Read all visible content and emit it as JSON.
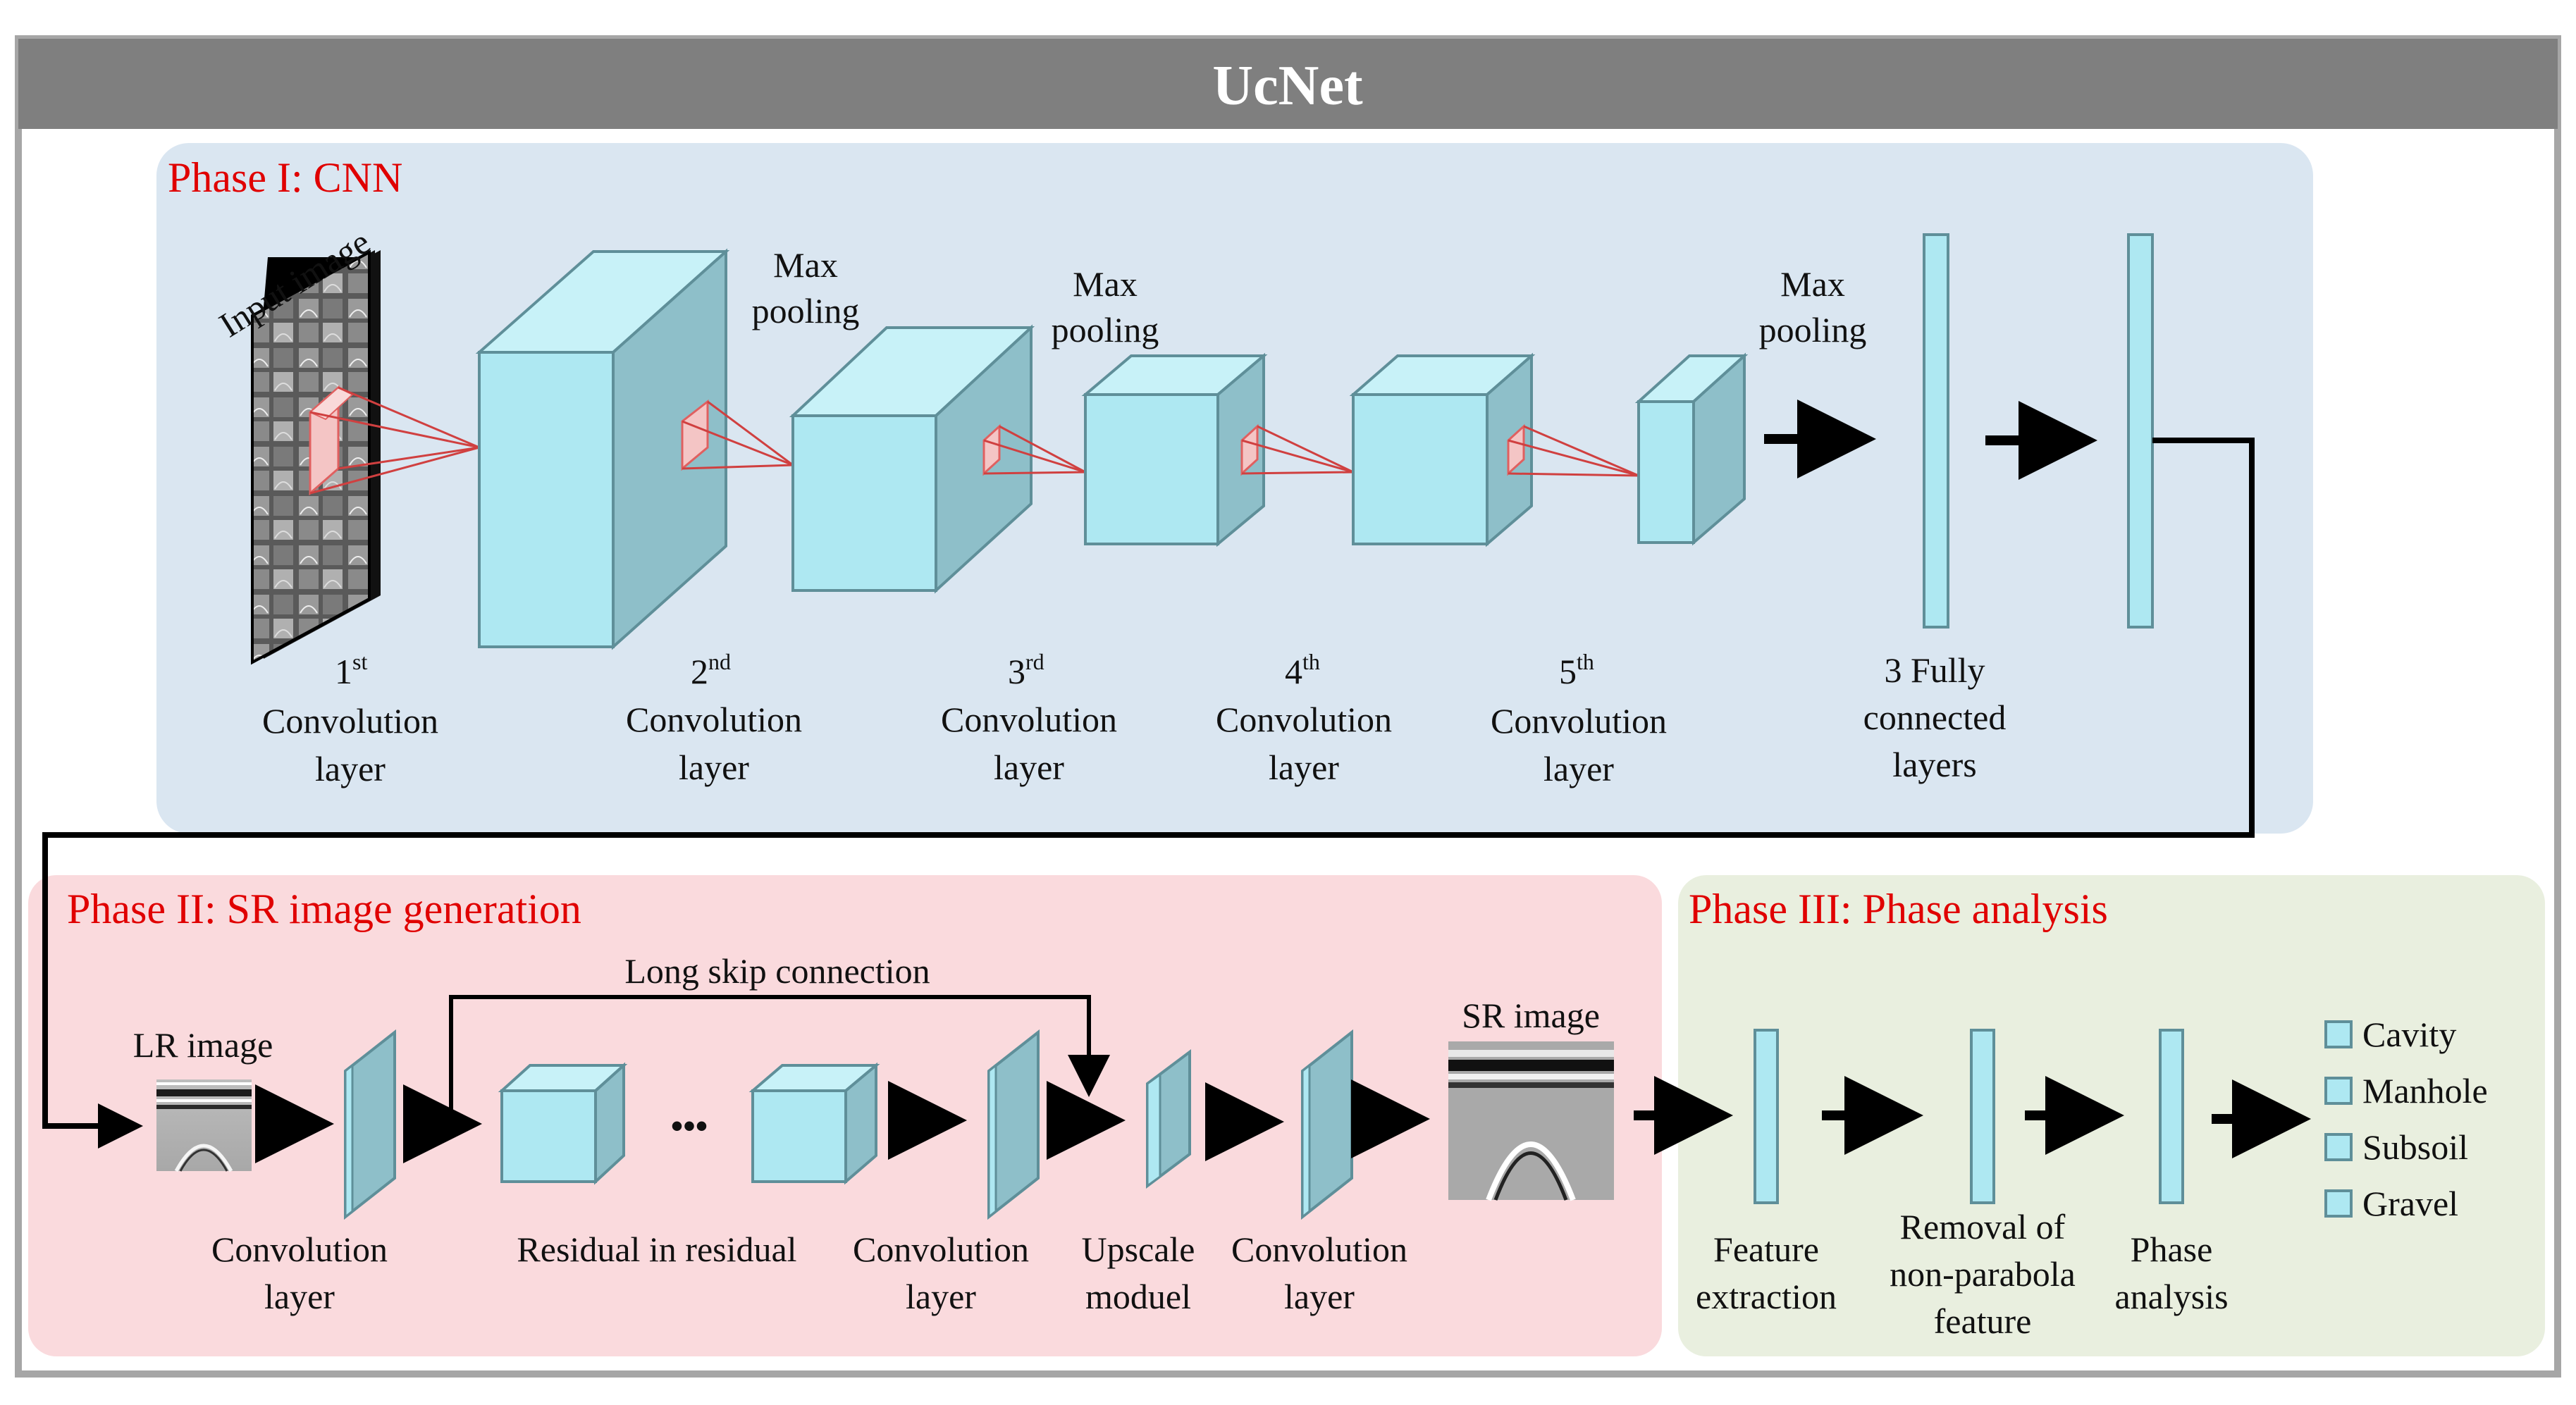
{
  "title": "UcNet",
  "colors": {
    "title_bar": "#7f7f7f",
    "frame": "#a6a6a6",
    "phase1_bg": "#dae6f1",
    "phase2_bg": "#fadadd",
    "phase3_bg": "#e9efdf",
    "box_front": "#aee8f2",
    "box_top": "#c8f2f8",
    "box_side": "#8ebfc9",
    "phase_title": "#e00000",
    "receptive_field": "#e06060"
  },
  "phase1": {
    "title": "Phase I:  CNN",
    "input_label": "Input image",
    "max_pooling": {
      "line1": "Max",
      "line2": "pooling"
    },
    "conv_layers": [
      {
        "ordinal": "1",
        "suffix": "st",
        "line2": "Convolution",
        "line3": "layer"
      },
      {
        "ordinal": "2",
        "suffix": "nd",
        "line2": "Convolution",
        "line3": "layer"
      },
      {
        "ordinal": "3",
        "suffix": "rd",
        "line2": "Convolution",
        "line3": "layer"
      },
      {
        "ordinal": "4",
        "suffix": "th",
        "line2": "Convolution",
        "line3": "layer"
      },
      {
        "ordinal": "5",
        "suffix": "th",
        "line2": "Convolution",
        "line3": "layer"
      }
    ],
    "fc_label": {
      "line1": "3 Fully",
      "line2": "connected",
      "line3": "layers"
    }
  },
  "phase2": {
    "title": "Phase II: SR image generation",
    "lr_image": "LR image",
    "sr_image": "SR image",
    "skip": "Long skip connection",
    "ellipsis": "•••",
    "labels": {
      "conv1": {
        "line1": "Convolution",
        "line2": "layer"
      },
      "rir": "Residual in residual",
      "conv2": {
        "line1": "Convolution",
        "line2": "layer"
      },
      "upscale": {
        "line1": "Upscale",
        "line2": "moduel"
      },
      "conv3": {
        "line1": "Convolution",
        "line2": "layer"
      }
    }
  },
  "phase3": {
    "title": "Phase III: Phase analysis",
    "steps": [
      {
        "line1": "Feature",
        "line2": "extraction",
        "line3": ""
      },
      {
        "line1": "Removal of",
        "line2": "non-parabola",
        "line3": "feature"
      },
      {
        "line1": "Phase",
        "line2": "analysis",
        "line3": ""
      }
    ],
    "classes": [
      "Cavity",
      "Manhole",
      "Subsoil",
      "Gravel"
    ]
  }
}
